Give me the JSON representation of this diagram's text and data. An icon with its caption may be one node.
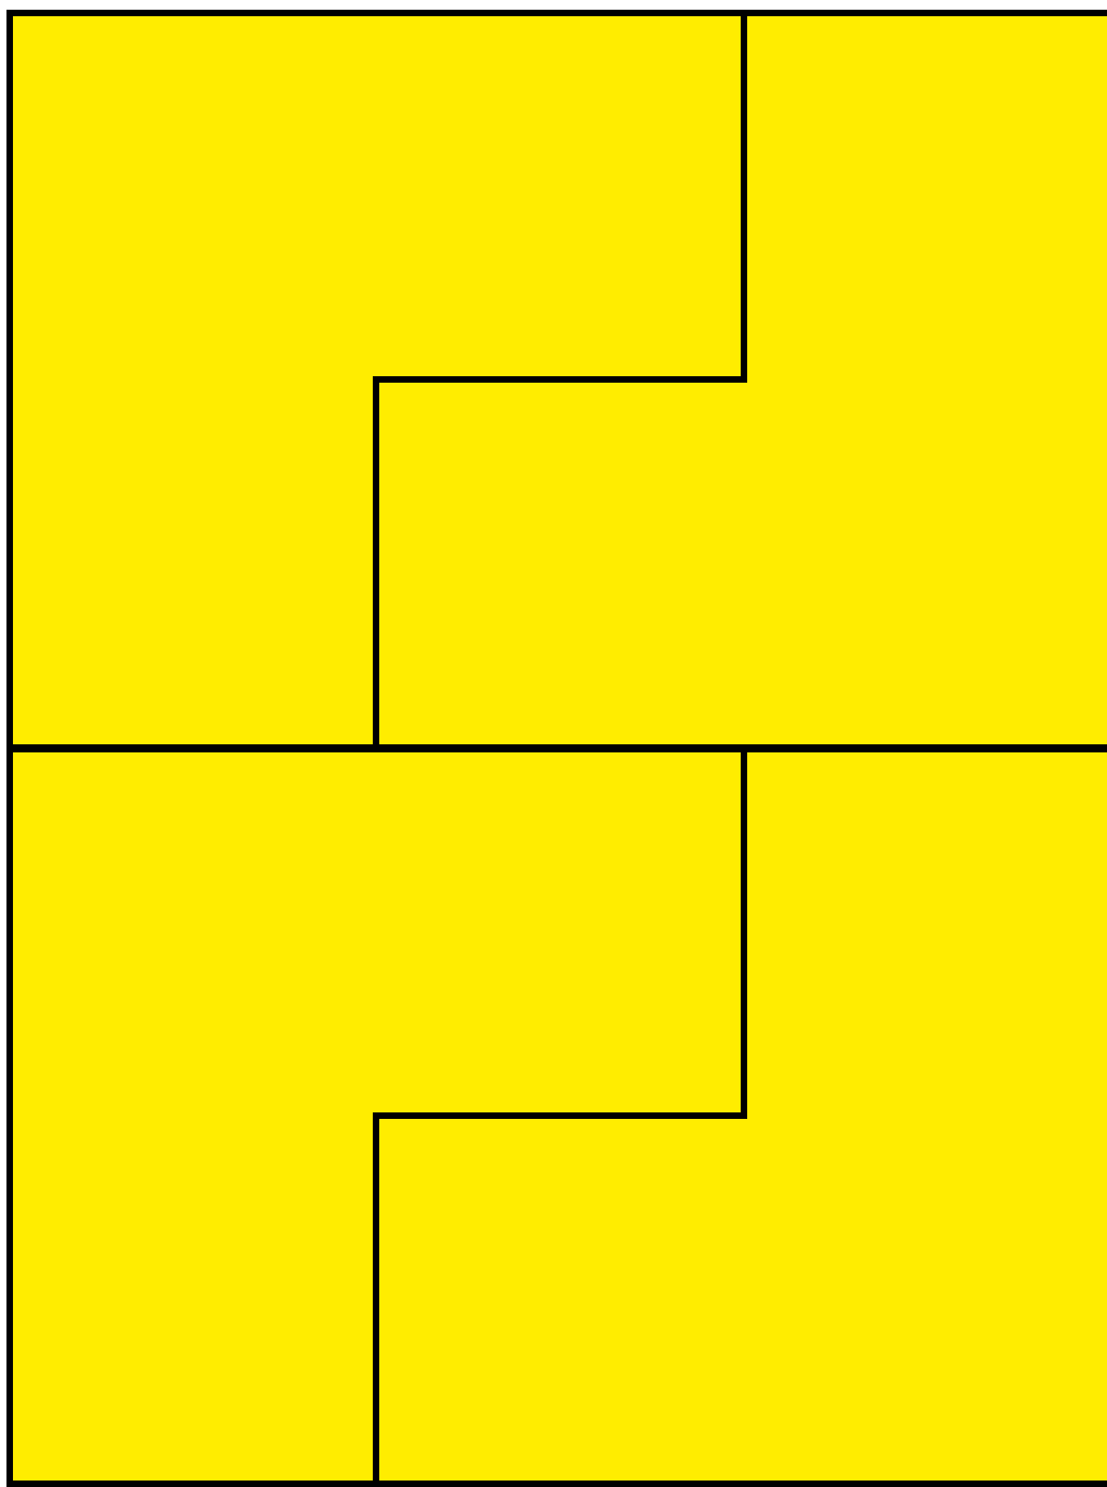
{
  "diagram": {
    "nodes": [
      {
        "text": [],
        "shape": "polygon"
      },
      {
        "text": [],
        "shape": "polygon"
      },
      {
        "text": [],
        "shape": "polygon"
      },
      {
        "text": [],
        "shape": "polygon"
      }
    ]
  }
}
